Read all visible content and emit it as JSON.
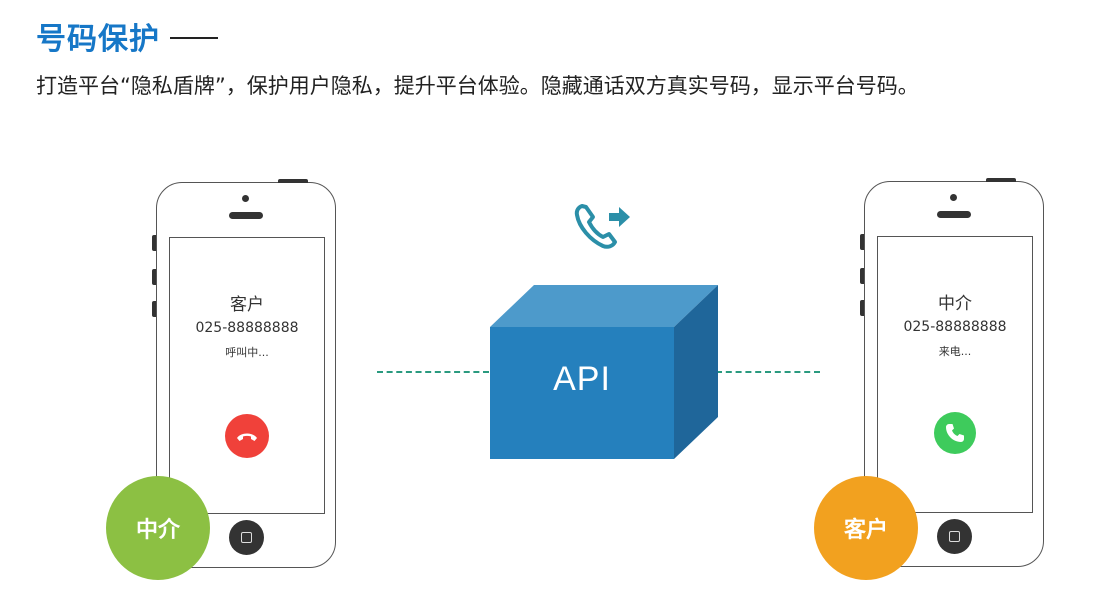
{
  "header": {
    "title": "号码保护",
    "subtitle": "打造平台“隐私盾牌”，保护用户隐私，提升平台体验。隐藏通话双方真实号码，显示平台号码。"
  },
  "left_phone": {
    "name": "客户",
    "number": "025-88888888",
    "status": "呼叫中...",
    "badge": "中介",
    "call_button_color": "#f0413a",
    "badge_color": "#8cc043"
  },
  "right_phone": {
    "name": "中介",
    "number": "025-88888888",
    "status": "来电...",
    "badge": "客户",
    "call_button_color": "#3ecb5c",
    "badge_color": "#f2a11f"
  },
  "api_box": {
    "label": "API",
    "front_color": "#2580bd",
    "top_color": "#4d9acb",
    "side_color": "#1f669a"
  },
  "icons": {
    "center": "phone-forward-icon",
    "left_call": "hangup-icon",
    "right_call": "answer-icon"
  },
  "colors": {
    "title": "#1677c7",
    "dashed_line": "#2a9a7f",
    "phone_icon": "#2b8fa8"
  }
}
